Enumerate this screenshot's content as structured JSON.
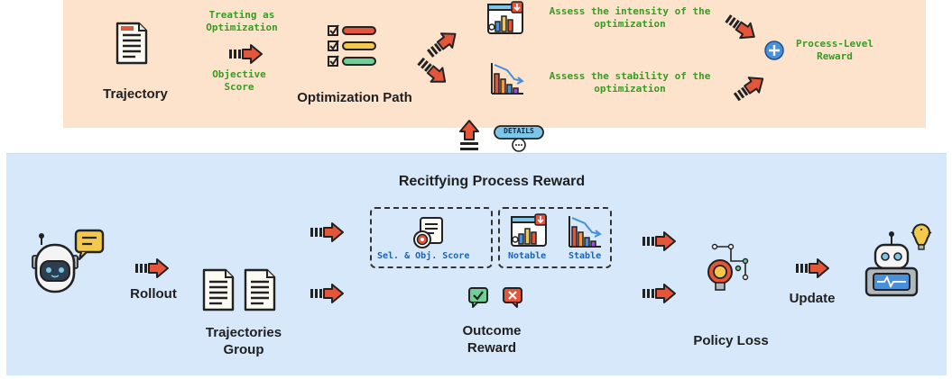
{
  "top": {
    "trajectory": "Trajectory",
    "treating": "Treating as\nOptimization",
    "objective": "Objective\nScore",
    "optimization_path": "Optimization Path",
    "assess_intensity": "Assess the intensity of the\noptimization",
    "assess_stability": "Assess the stability of the\noptimization",
    "process_level": "Process-Level\nReward"
  },
  "details_badge": "DETAILS",
  "bottom": {
    "rectifying_title": "Recitfying Process Reward",
    "sel_obj": "Sel. & Obj. Score",
    "notable": "Notable",
    "stable": "Stable",
    "rollout": "Rollout",
    "trajectories_group": "Trajectories\nGroup",
    "outcome_reward": "Outcome\nReward",
    "policy_loss": "Policy Loss",
    "update": "Update"
  },
  "colors": {
    "top_bg": "#fde3cc",
    "bottom_bg": "#d6e8f9",
    "arrow": "#e4553a",
    "green_text": "#3a9a24",
    "blue_text": "#1b63b8"
  }
}
